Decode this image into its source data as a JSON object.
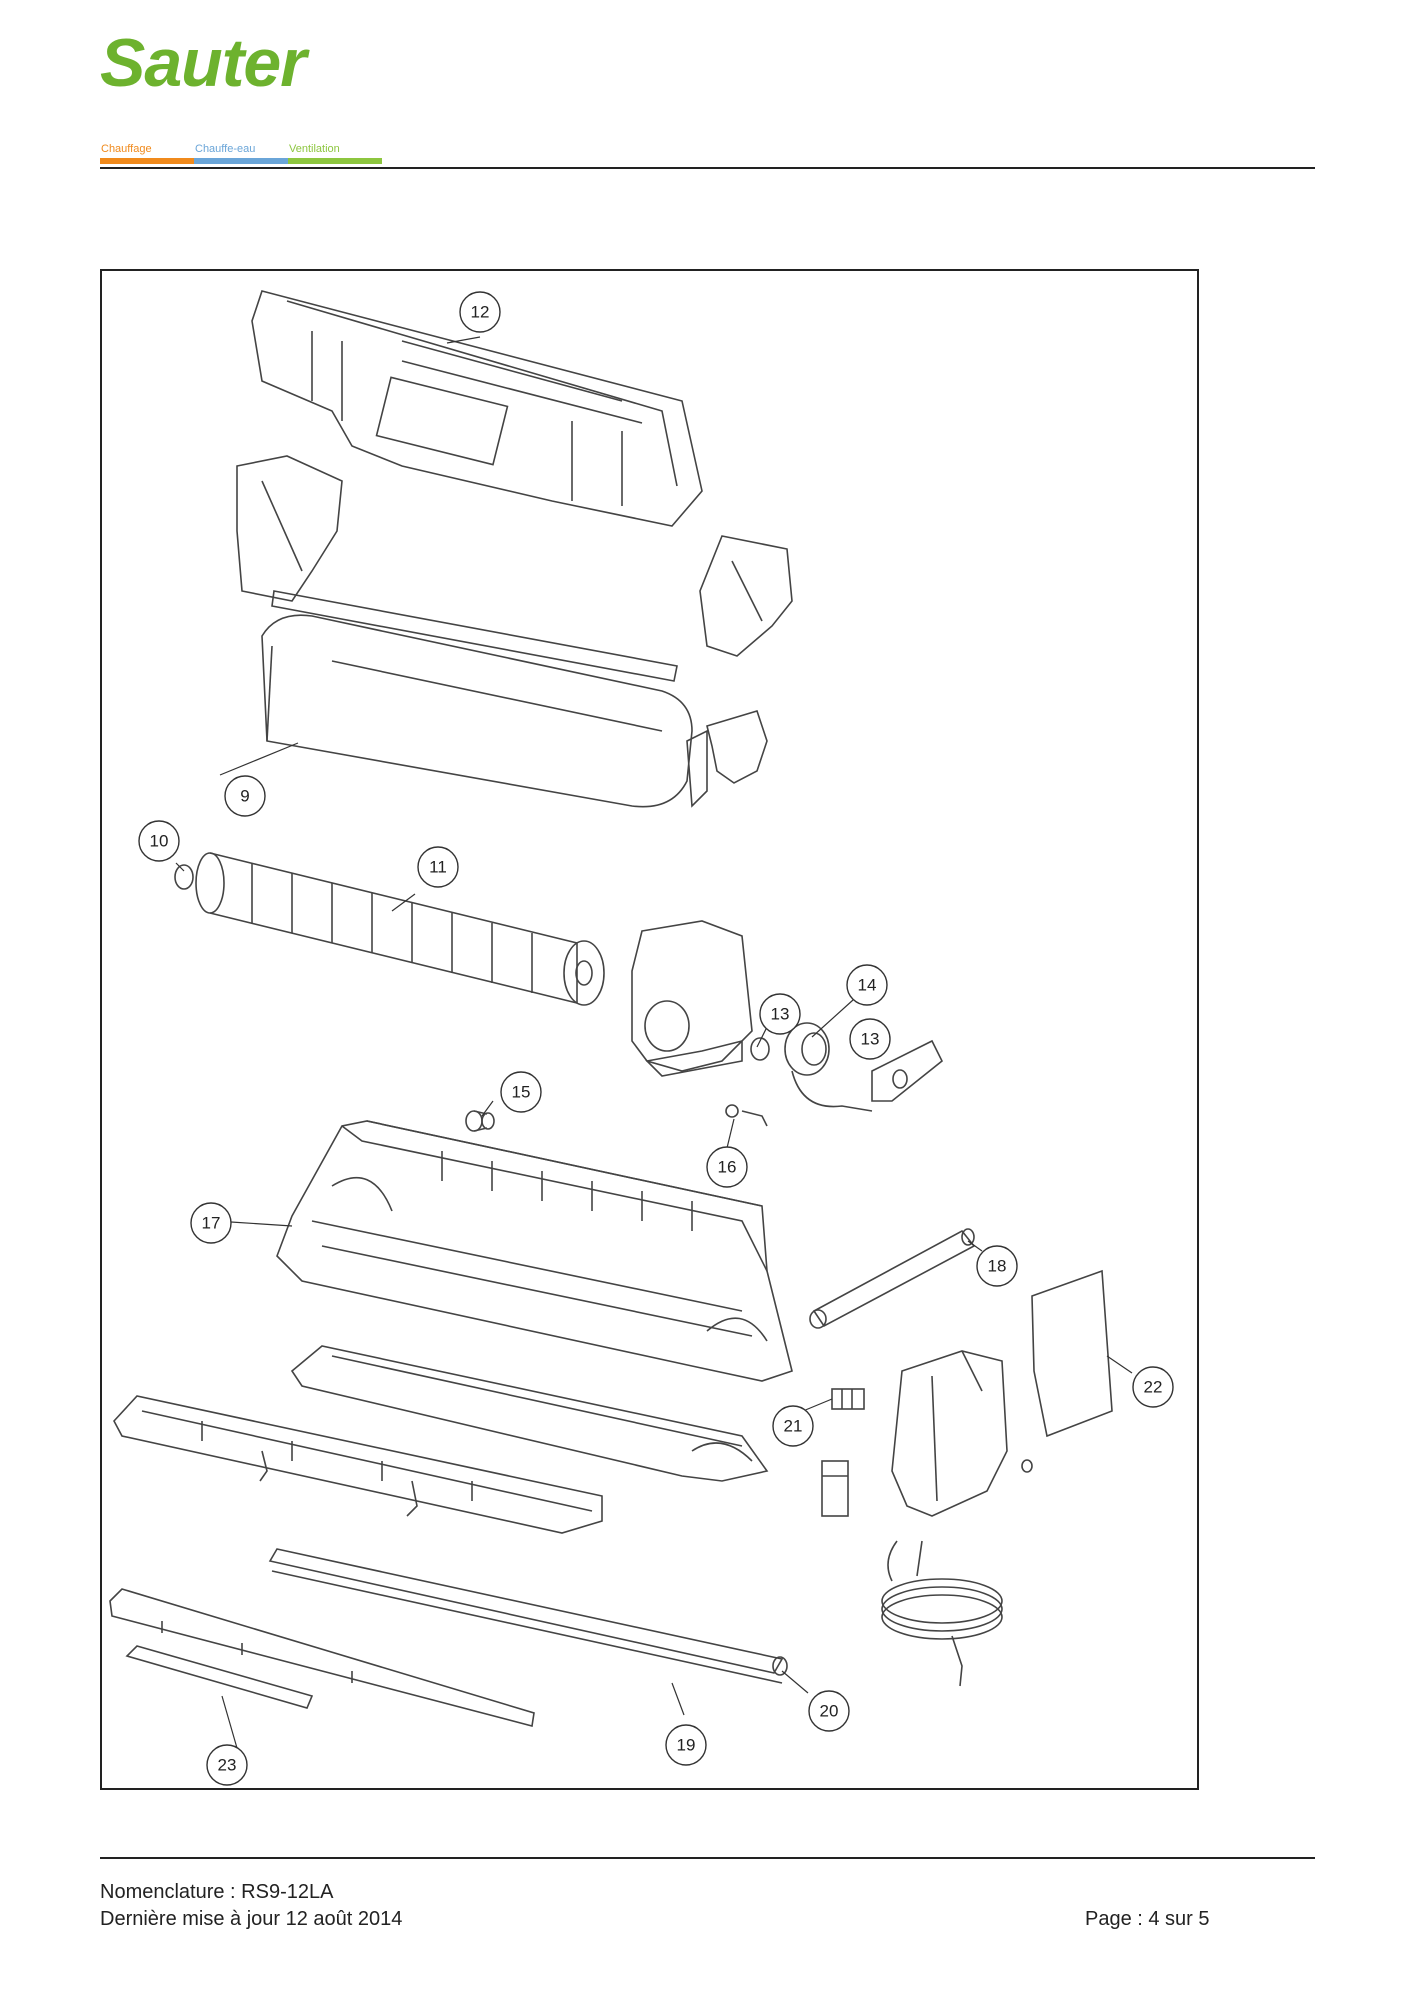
{
  "header": {
    "logo_text": "Sauter",
    "tabs": [
      {
        "label": "Chauffage",
        "color": "#f08a1c"
      },
      {
        "label": "Chauffe-eau",
        "color": "#6aa5d8"
      },
      {
        "label": "Ventilation",
        "color": "#8dc63f"
      }
    ],
    "brand_color": "#6db22e"
  },
  "diagram": {
    "callouts": [
      "12",
      "9",
      "10",
      "11",
      "13",
      "14",
      "13",
      "15",
      "16",
      "17",
      "18",
      "22",
      "21",
      "20",
      "19",
      "23"
    ]
  },
  "footer": {
    "nomenclature": "Nomenclature : RS9-12LA",
    "updated": "Dernière mise à jour 12 août 2014",
    "page": "Page : 4 sur 5"
  }
}
